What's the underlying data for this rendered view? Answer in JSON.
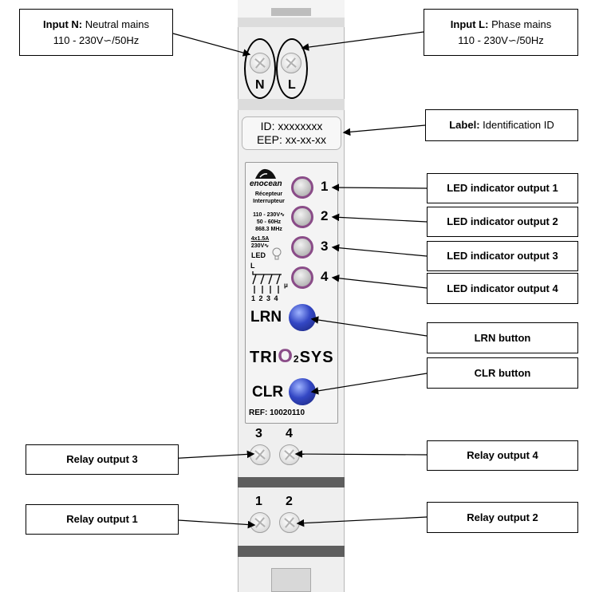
{
  "callouts": {
    "input_n": {
      "title": "Input N:",
      "text": "Neutral mains",
      "line2": "110 - 230V∽/50Hz"
    },
    "input_l": {
      "title": "Input L:",
      "text": "Phase mains",
      "line2": "110 - 230V∽/50Hz"
    },
    "label_id": {
      "title": "Label:",
      "text": "Identification ID"
    },
    "led1": "LED indicator output 1",
    "led2": "LED indicator output 2",
    "led3": "LED indicator output 3",
    "led4": "LED indicator output 4",
    "lrn": "LRN button",
    "clr": "CLR button",
    "relay3": "Relay output 3",
    "relay4": "Relay output 4",
    "relay1": "Relay output 1",
    "relay2": "Relay output 2"
  },
  "device": {
    "terminal_n": "N",
    "terminal_l": "L",
    "id_line": "ID: xxxxxxxx",
    "eep_line": "EEP: xx-xx-xx",
    "brand": "enocean",
    "desc1": "Récepteur",
    "desc2": "Interrupteur",
    "spec1": "110 - 230V∿",
    "spec2": "50 - 60Hz",
    "spec3": "868.3 MHz",
    "load1": "4x1.5A",
    "load2": "230V∿",
    "led_word": "LED",
    "wiring_top": "L",
    "wiring_bottom": "1 2 3 4",
    "wiring_mu": "μ",
    "led_numbers": [
      "1",
      "2",
      "3",
      "4"
    ],
    "lrn": "LRN",
    "logo_left": "TRI",
    "logo_o": "O",
    "logo_2": "2",
    "logo_right": "SYS",
    "clr": "CLR",
    "ref": "REF: 10020110",
    "relay_top": [
      "3",
      "4"
    ],
    "relay_bottom": [
      "1",
      "2"
    ]
  },
  "colors": {
    "led_ring": "#8a4c88",
    "button_blue": "#3347c4",
    "logo_purple": "#8a4c88"
  }
}
